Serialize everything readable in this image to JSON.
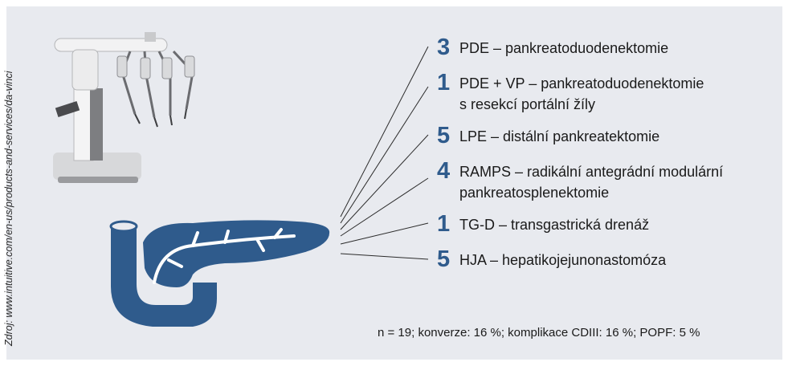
{
  "source_note": "Zdroj: www.intuitive.com/en-us/products-and-services/da-vinci",
  "items": [
    {
      "count": "3",
      "line1": "PDE – pankreatoduodenektomie",
      "line2": ""
    },
    {
      "count": "1",
      "line1": "PDE + VP – pankreatoduodenektomie",
      "line2": "s resekcí portální žíly"
    },
    {
      "count": "5",
      "line1": "LPE – distální pankreatektomie",
      "line2": ""
    },
    {
      "count": "4",
      "line1": "RAMPS – radikální antegrádní modulární",
      "line2": "pankreatosplenektomie"
    },
    {
      "count": "1",
      "line1": "TG-D – transgastrická drenáž",
      "line2": ""
    },
    {
      "count": "5",
      "line1": "HJA – hepatikojejunonastomóza",
      "line2": ""
    }
  ],
  "footer": "n = 19; konverze: 16 %; komplikace CDIII: 16 %; POPF: 5 %",
  "colors": {
    "accent": "#2f5b8c",
    "background": "#e8eaef",
    "pancreas": "#2f5b8c"
  },
  "icons": [
    "da-vinci-robot-image",
    "pancreas-icon"
  ]
}
